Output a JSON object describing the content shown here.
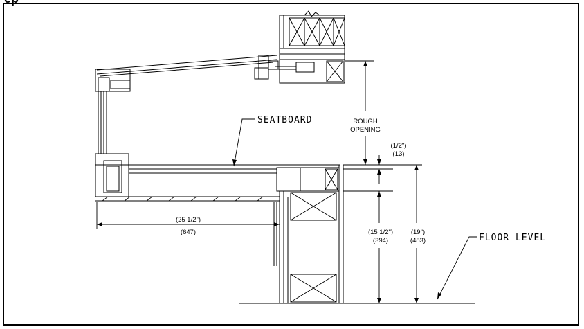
{
  "header": {
    "title_fragment": "ep"
  },
  "labels": {
    "seatboard": "SEATBOARD",
    "floor_level": "FLOOR LEVEL",
    "rough_opening_1": "ROUGH",
    "rough_opening_2": "OPENING"
  },
  "dimensions": {
    "top_gap_in": "(1/2\")",
    "top_gap_mm": "(13)",
    "width_in": "(25 1/2\")",
    "width_mm": "(647)",
    "mid_height_in": "(15 1/2\")",
    "mid_height_mm": "(394)",
    "full_height_in": "(19\")",
    "full_height_mm": "(483)"
  },
  "colors": {
    "line": "#000000",
    "background": "#ffffff"
  }
}
